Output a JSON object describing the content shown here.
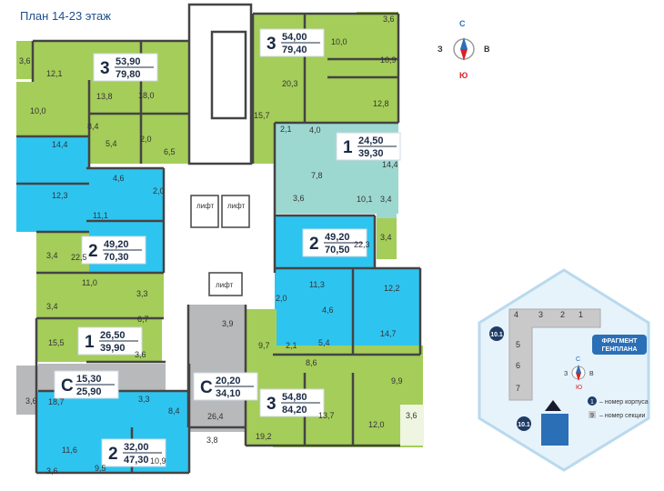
{
  "title": "План 14-23 этаж",
  "colors": {
    "green": "#a5cd5a",
    "cyan": "#2ec4f0",
    "teal": "#9dd8d0",
    "grey": "#b8b9bb",
    "wall": "#444444",
    "brand_blue": "#2b6fb6",
    "compass_red": "#d8232a"
  },
  "compass": {
    "north": "С",
    "south": "Ю",
    "west": "З",
    "east": "В"
  },
  "apartments": [
    {
      "rooms": "3",
      "area": "53,90",
      "total": "79,80"
    },
    {
      "rooms": "3",
      "area": "54,00",
      "total": "79,40"
    },
    {
      "rooms": "1",
      "area": "24,50",
      "total": "39,30"
    },
    {
      "rooms": "2",
      "area": "49,20",
      "total": "70,30"
    },
    {
      "rooms": "2",
      "area": "49,20",
      "total": "70,50"
    },
    {
      "rooms": "1",
      "area": "26,50",
      "total": "39,90"
    },
    {
      "rooms": "С",
      "area": "15,30",
      "total": "25,90"
    },
    {
      "rooms": "С",
      "area": "20,20",
      "total": "34,10"
    },
    {
      "rooms": "3",
      "area": "54,80",
      "total": "84,20"
    },
    {
      "rooms": "2",
      "area": "32,00",
      "total": "47,30"
    }
  ],
  "room_areas": [
    "3,6",
    "12,1",
    "10,0",
    "13,8",
    "18,0",
    "8,4",
    "5,4",
    "2,0",
    "6,5",
    "14,4",
    "12,3",
    "4,6",
    "2,0",
    "11,1",
    "22,5",
    "3,4",
    "3,4",
    "11,0",
    "3,3",
    "6,7",
    "15,5",
    "3,6",
    "18,7",
    "3,6",
    "3,3",
    "8,4",
    "11,6",
    "9,5",
    "10,9",
    "3,6",
    "3,6",
    "10,0",
    "10,9",
    "20,3",
    "12,8",
    "15,7",
    "2,1",
    "4,0",
    "14,4",
    "7,8",
    "3,6",
    "10,1",
    "3,4",
    "22,3",
    "3,4",
    "11,3",
    "12,2",
    "2,0",
    "4,6",
    "9,7",
    "2,1",
    "5,4",
    "14,7",
    "8,6",
    "9,9",
    "13,7",
    "12,0",
    "19,2",
    "3,6",
    "3,9",
    "26,4",
    "3,8"
  ],
  "lift_label": "лифт",
  "inset": {
    "fragment_label": "ФРАГМЕНТ\nГЕНПЛАНА",
    "building_tag": "10.1",
    "sections": [
      "4",
      "3",
      "2",
      "1",
      "5",
      "6",
      "7"
    ],
    "legend": [
      {
        "marker": "1",
        "text": "– номер корпуса"
      },
      {
        "marker": "9",
        "text": "– номер секции"
      }
    ],
    "compass": {
      "north": "С",
      "south": "Ю",
      "west": "З",
      "east": "В"
    }
  }
}
